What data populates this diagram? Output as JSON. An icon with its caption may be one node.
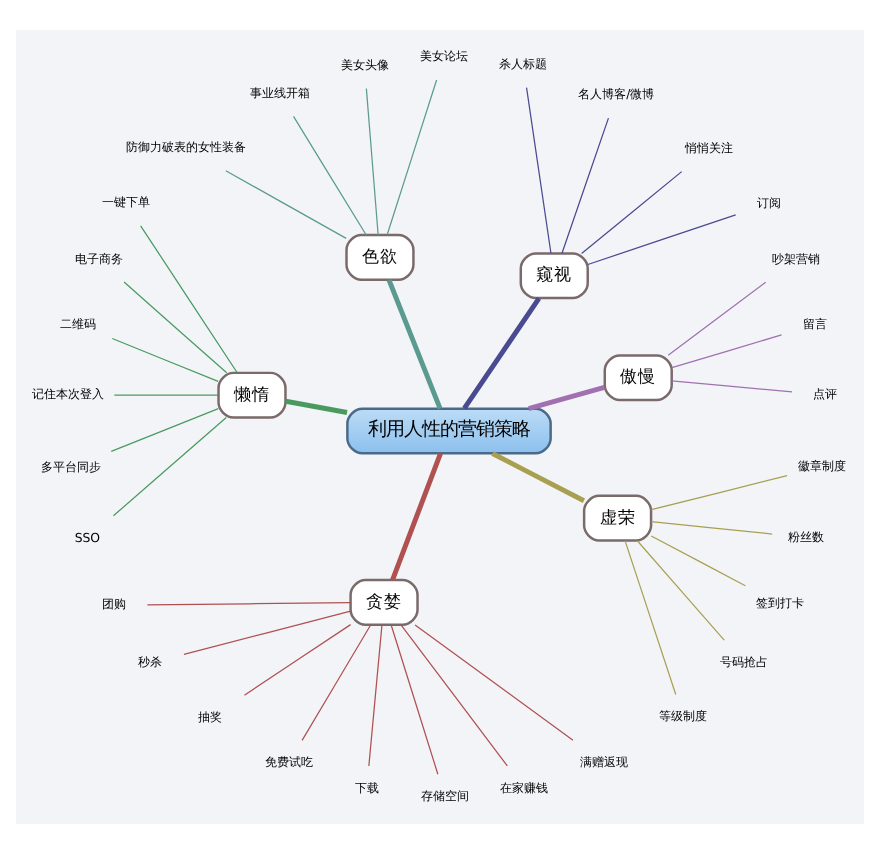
{
  "diagram": {
    "nodes": [
      {
        "text": [
          "利用人性的营销策略"
        ]
      },
      {
        "text": [
          "傲慢"
        ]
      },
      {
        "text": [
          "点评"
        ]
      },
      {
        "text": [
          "留言"
        ]
      },
      {
        "text": [
          "吵架营销"
        ]
      },
      {
        "text": [
          "窥视"
        ]
      },
      {
        "text": [
          "订阅"
        ]
      },
      {
        "text": [
          "悄悄关注"
        ]
      },
      {
        "text": [
          "名人博客/微博"
        ]
      },
      {
        "text": [
          "杀人标题"
        ]
      },
      {
        "text": [
          "色欲"
        ]
      },
      {
        "text": [
          "美女论坛"
        ]
      },
      {
        "text": [
          "美女头像"
        ]
      },
      {
        "text": [
          "事业线开箱"
        ]
      },
      {
        "text": [
          "防御力破表的女性装备"
        ]
      },
      {
        "text": [
          "懒惰"
        ]
      },
      {
        "text": [
          "一键下单"
        ]
      },
      {
        "text": [
          "电子商务"
        ]
      },
      {
        "text": [
          "二维码"
        ]
      },
      {
        "text": [
          "记住本次登入"
        ]
      },
      {
        "text": [
          "多平台同步"
        ]
      },
      {
        "text": [
          "SSO"
        ]
      },
      {
        "text": [
          "贪婪"
        ]
      },
      {
        "text": [
          "团购"
        ]
      },
      {
        "text": [
          "秒杀"
        ]
      },
      {
        "text": [
          "抽奖"
        ]
      },
      {
        "text": [
          "免费试吃"
        ]
      },
      {
        "text": [
          "下载"
        ]
      },
      {
        "text": [
          "存储空间"
        ]
      },
      {
        "text": [
          "在家赚钱"
        ]
      },
      {
        "text": [
          "满赠返现"
        ]
      },
      {
        "text": [
          "虚荣"
        ]
      },
      {
        "text": [
          "等级制度"
        ]
      },
      {
        "text": [
          "号码抢占"
        ]
      },
      {
        "text": [
          "签到打卡"
        ]
      },
      {
        "text": [
          "粉丝数"
        ]
      },
      {
        "text": [
          "徽章制度"
        ]
      }
    ],
    "edges": [
      {
        "from": 0,
        "to": 1,
        "arrow": "none",
        "style": "thick",
        "color": "#a070b0"
      },
      {
        "from": 1,
        "to": 2,
        "arrow": "none",
        "color": "#a070b0"
      },
      {
        "from": 1,
        "to": 3,
        "arrow": "none",
        "color": "#a070b0"
      },
      {
        "from": 1,
        "to": 4,
        "arrow": "none",
        "color": "#a070b0"
      },
      {
        "from": 0,
        "to": 5,
        "arrow": "none",
        "style": "thick",
        "color": "#4a4a90"
      },
      {
        "from": 5,
        "to": 6,
        "arrow": "none",
        "color": "#4a4a90"
      },
      {
        "from": 5,
        "to": 7,
        "arrow": "none",
        "color": "#4a4a90"
      },
      {
        "from": 5,
        "to": 8,
        "arrow": "none",
        "color": "#4a4a90"
      },
      {
        "from": 5,
        "to": 9,
        "arrow": "none",
        "color": "#4a4a90"
      },
      {
        "from": 0,
        "to": 10,
        "arrow": "none",
        "style": "thick",
        "color": "#5a9a90"
      },
      {
        "from": 10,
        "to": 11,
        "arrow": "none",
        "color": "#5a9a90"
      },
      {
        "from": 10,
        "to": 12,
        "arrow": "none",
        "color": "#5a9a90"
      },
      {
        "from": 10,
        "to": 13,
        "arrow": "none",
        "color": "#5a9a90"
      },
      {
        "from": 10,
        "to": 14,
        "arrow": "none",
        "color": "#5a9a90"
      },
      {
        "from": 0,
        "to": 15,
        "arrow": "none",
        "style": "thick",
        "color": "#4a9a60"
      },
      {
        "from": 15,
        "to": 16,
        "arrow": "none",
        "color": "#4a9a60"
      },
      {
        "from": 15,
        "to": 17,
        "arrow": "none",
        "color": "#4a9a60"
      },
      {
        "from": 15,
        "to": 18,
        "arrow": "none",
        "color": "#4a9a60"
      },
      {
        "from": 15,
        "to": 19,
        "arrow": "none",
        "color": "#4a9a60"
      },
      {
        "from": 15,
        "to": 20,
        "arrow": "none",
        "color": "#4a9a60"
      },
      {
        "from": 15,
        "to": 21,
        "arrow": "none",
        "color": "#4a9a60"
      },
      {
        "from": 0,
        "to": 22,
        "arrow": "none",
        "style": "thick",
        "color": "#b05050"
      },
      {
        "from": 22,
        "to": 23,
        "arrow": "none",
        "color": "#b05050"
      },
      {
        "from": 22,
        "to": 24,
        "arrow": "none",
        "color": "#b05050"
      },
      {
        "from": 22,
        "to": 25,
        "arrow": "none",
        "color": "#b05050"
      },
      {
        "from": 22,
        "to": 26,
        "arrow": "none",
        "color": "#b05050"
      },
      {
        "from": 22,
        "to": 27,
        "arrow": "none",
        "color": "#b05050"
      },
      {
        "from": 22,
        "to": 28,
        "arrow": "none",
        "color": "#b05050"
      },
      {
        "from": 22,
        "to": 29,
        "arrow": "none",
        "color": "#b05050"
      },
      {
        "from": 22,
        "to": 30,
        "arrow": "none",
        "color": "#b05050"
      },
      {
        "from": 0,
        "to": 31,
        "arrow": "none",
        "style": "thick",
        "color": "#a8a050"
      },
      {
        "from": 31,
        "to": 32,
        "arrow": "none",
        "color": "#a8a050"
      },
      {
        "from": 31,
        "to": 33,
        "arrow": "none",
        "color": "#a8a050"
      },
      {
        "from": 31,
        "to": 34,
        "arrow": "none",
        "color": "#a8a050"
      },
      {
        "from": 31,
        "to": 35,
        "arrow": "none",
        "color": "#a8a050"
      },
      {
        "from": 31,
        "to": 36,
        "arrow": "none",
        "color": "#a8a050"
      }
    ]
  }
}
